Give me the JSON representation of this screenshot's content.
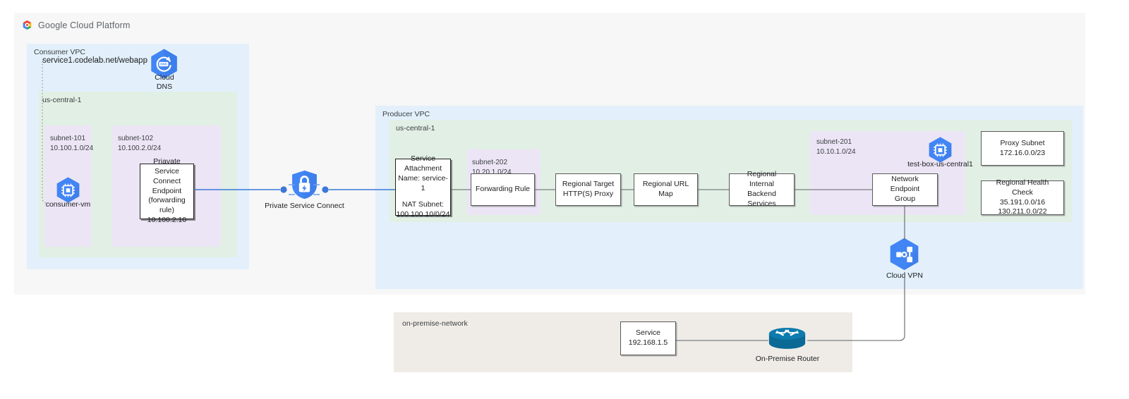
{
  "brand": {
    "name": "Google Cloud Platform",
    "logo_icon": "gcp-logo-icon"
  },
  "consumer": {
    "vpc_label": "Consumer VPC",
    "region_label": "us-central-1",
    "dns_record": "service1.codelab.net/webapp",
    "cloud_dns": {
      "icon": "cloud-dns-icon",
      "label_line1": "Cloud",
      "label_line2": "DNS"
    },
    "subnets": [
      {
        "name": "subnet-101",
        "cidr": "10.100.1.0/24"
      },
      {
        "name": "subnet-102",
        "cidr": "10.100.2.0/24"
      }
    ],
    "vm": {
      "icon": "compute-engine-icon",
      "label": "consumer-vm"
    },
    "psc_endpoint": {
      "line1": "Priavate Service",
      "line2": "Connect Endpoint",
      "line3": "(forwarding rule)",
      "line4": "10.100.2.10"
    }
  },
  "psc": {
    "icon": "private-service-connect-icon",
    "label": "Private Service Connect"
  },
  "producer": {
    "vpc_label": "Producer VPC",
    "region_label": "us-central-1",
    "service_attachment": {
      "line1": "Service",
      "line2": "Attachment",
      "line3": "Name: service-1",
      "line4": "NAT Subnet:",
      "line5": "100.100.10/0/24"
    },
    "subnets": [
      {
        "name": "subnet-202",
        "cidr": "10.20.1.0/24"
      },
      {
        "name": "subnet-201",
        "cidr": "10.10.1.0/24"
      }
    ],
    "chain": [
      {
        "label": "Forwarding Rule"
      },
      {
        "line1": "Regional Target",
        "line2": "HTTP(S) Proxy"
      },
      {
        "label": "Regional URL Map"
      },
      {
        "line1": "Regional Internal",
        "line2": "Backend Services"
      },
      {
        "line1": "Network Endpoint",
        "line2": "Group"
      }
    ],
    "test_box": {
      "icon": "compute-engine-icon",
      "label": "test-box-us-central1"
    },
    "proxy_subnet": {
      "line1": "Proxy Subnet",
      "line2": "172.16.0.0/23"
    },
    "health_check": {
      "line1": "Regional Health Check",
      "line2": "35.191.0.0/16",
      "line3": "130.211.0.0/22"
    },
    "cloud_vpn": {
      "icon": "cloud-vpn-icon",
      "label": "Cloud VPN"
    }
  },
  "onprem": {
    "network_label": "on-premise-network",
    "service": {
      "line1": "Service",
      "line2": "192.168.1.5"
    },
    "router": {
      "icon": "on-premise-router-icon",
      "label": "On-Premise Router"
    }
  },
  "colors": {
    "vpc_fill": "#e3f0fb",
    "region_fill": "#e2efe5",
    "subnet_fill": "#ece5f5",
    "page_fill": "#f7f7f7",
    "onprem_fill": "#efece7",
    "gcp_blue": "#4285f4",
    "psc_blue": "#1a73e8",
    "router_teal": "#0a6a95",
    "wire_gray": "#5f6368",
    "wire_blue": "#3b78d8"
  }
}
